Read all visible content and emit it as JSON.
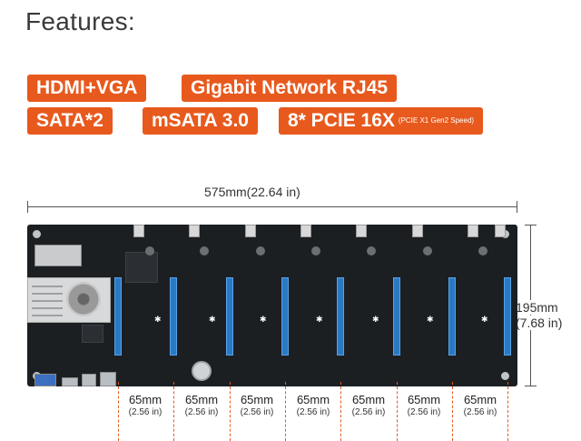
{
  "heading": "Features:",
  "badges": [
    {
      "text": "HDMI+VGA"
    },
    {
      "text": "Gigabit Network RJ45"
    },
    {
      "text": "SATA*2"
    },
    {
      "text": "mSATA 3.0"
    },
    {
      "text": "8* PCIE 16X",
      "note": "(PCIE X1 Gen2 Speed)"
    }
  ],
  "dimensions": {
    "width": "575mm(22.64 in)",
    "height_mm": "195mm",
    "height_in": "(7.68 in)"
  },
  "slot_spacing": [
    {
      "mm": "65mm",
      "in": "(2.56 in)"
    },
    {
      "mm": "65mm",
      "in": "(2.56 in)"
    },
    {
      "mm": "65mm",
      "in": "(2.56 in)"
    },
    {
      "mm": "65mm",
      "in": "(2.56 in)"
    },
    {
      "mm": "65mm",
      "in": "(2.56 in)"
    },
    {
      "mm": "65mm",
      "in": "(2.56 in)"
    },
    {
      "mm": "65mm",
      "in": "(2.56 in)"
    }
  ],
  "colors": {
    "accent": "#e8591d",
    "board": "#1c1f22",
    "pcie_slot": "#2a79c4"
  }
}
